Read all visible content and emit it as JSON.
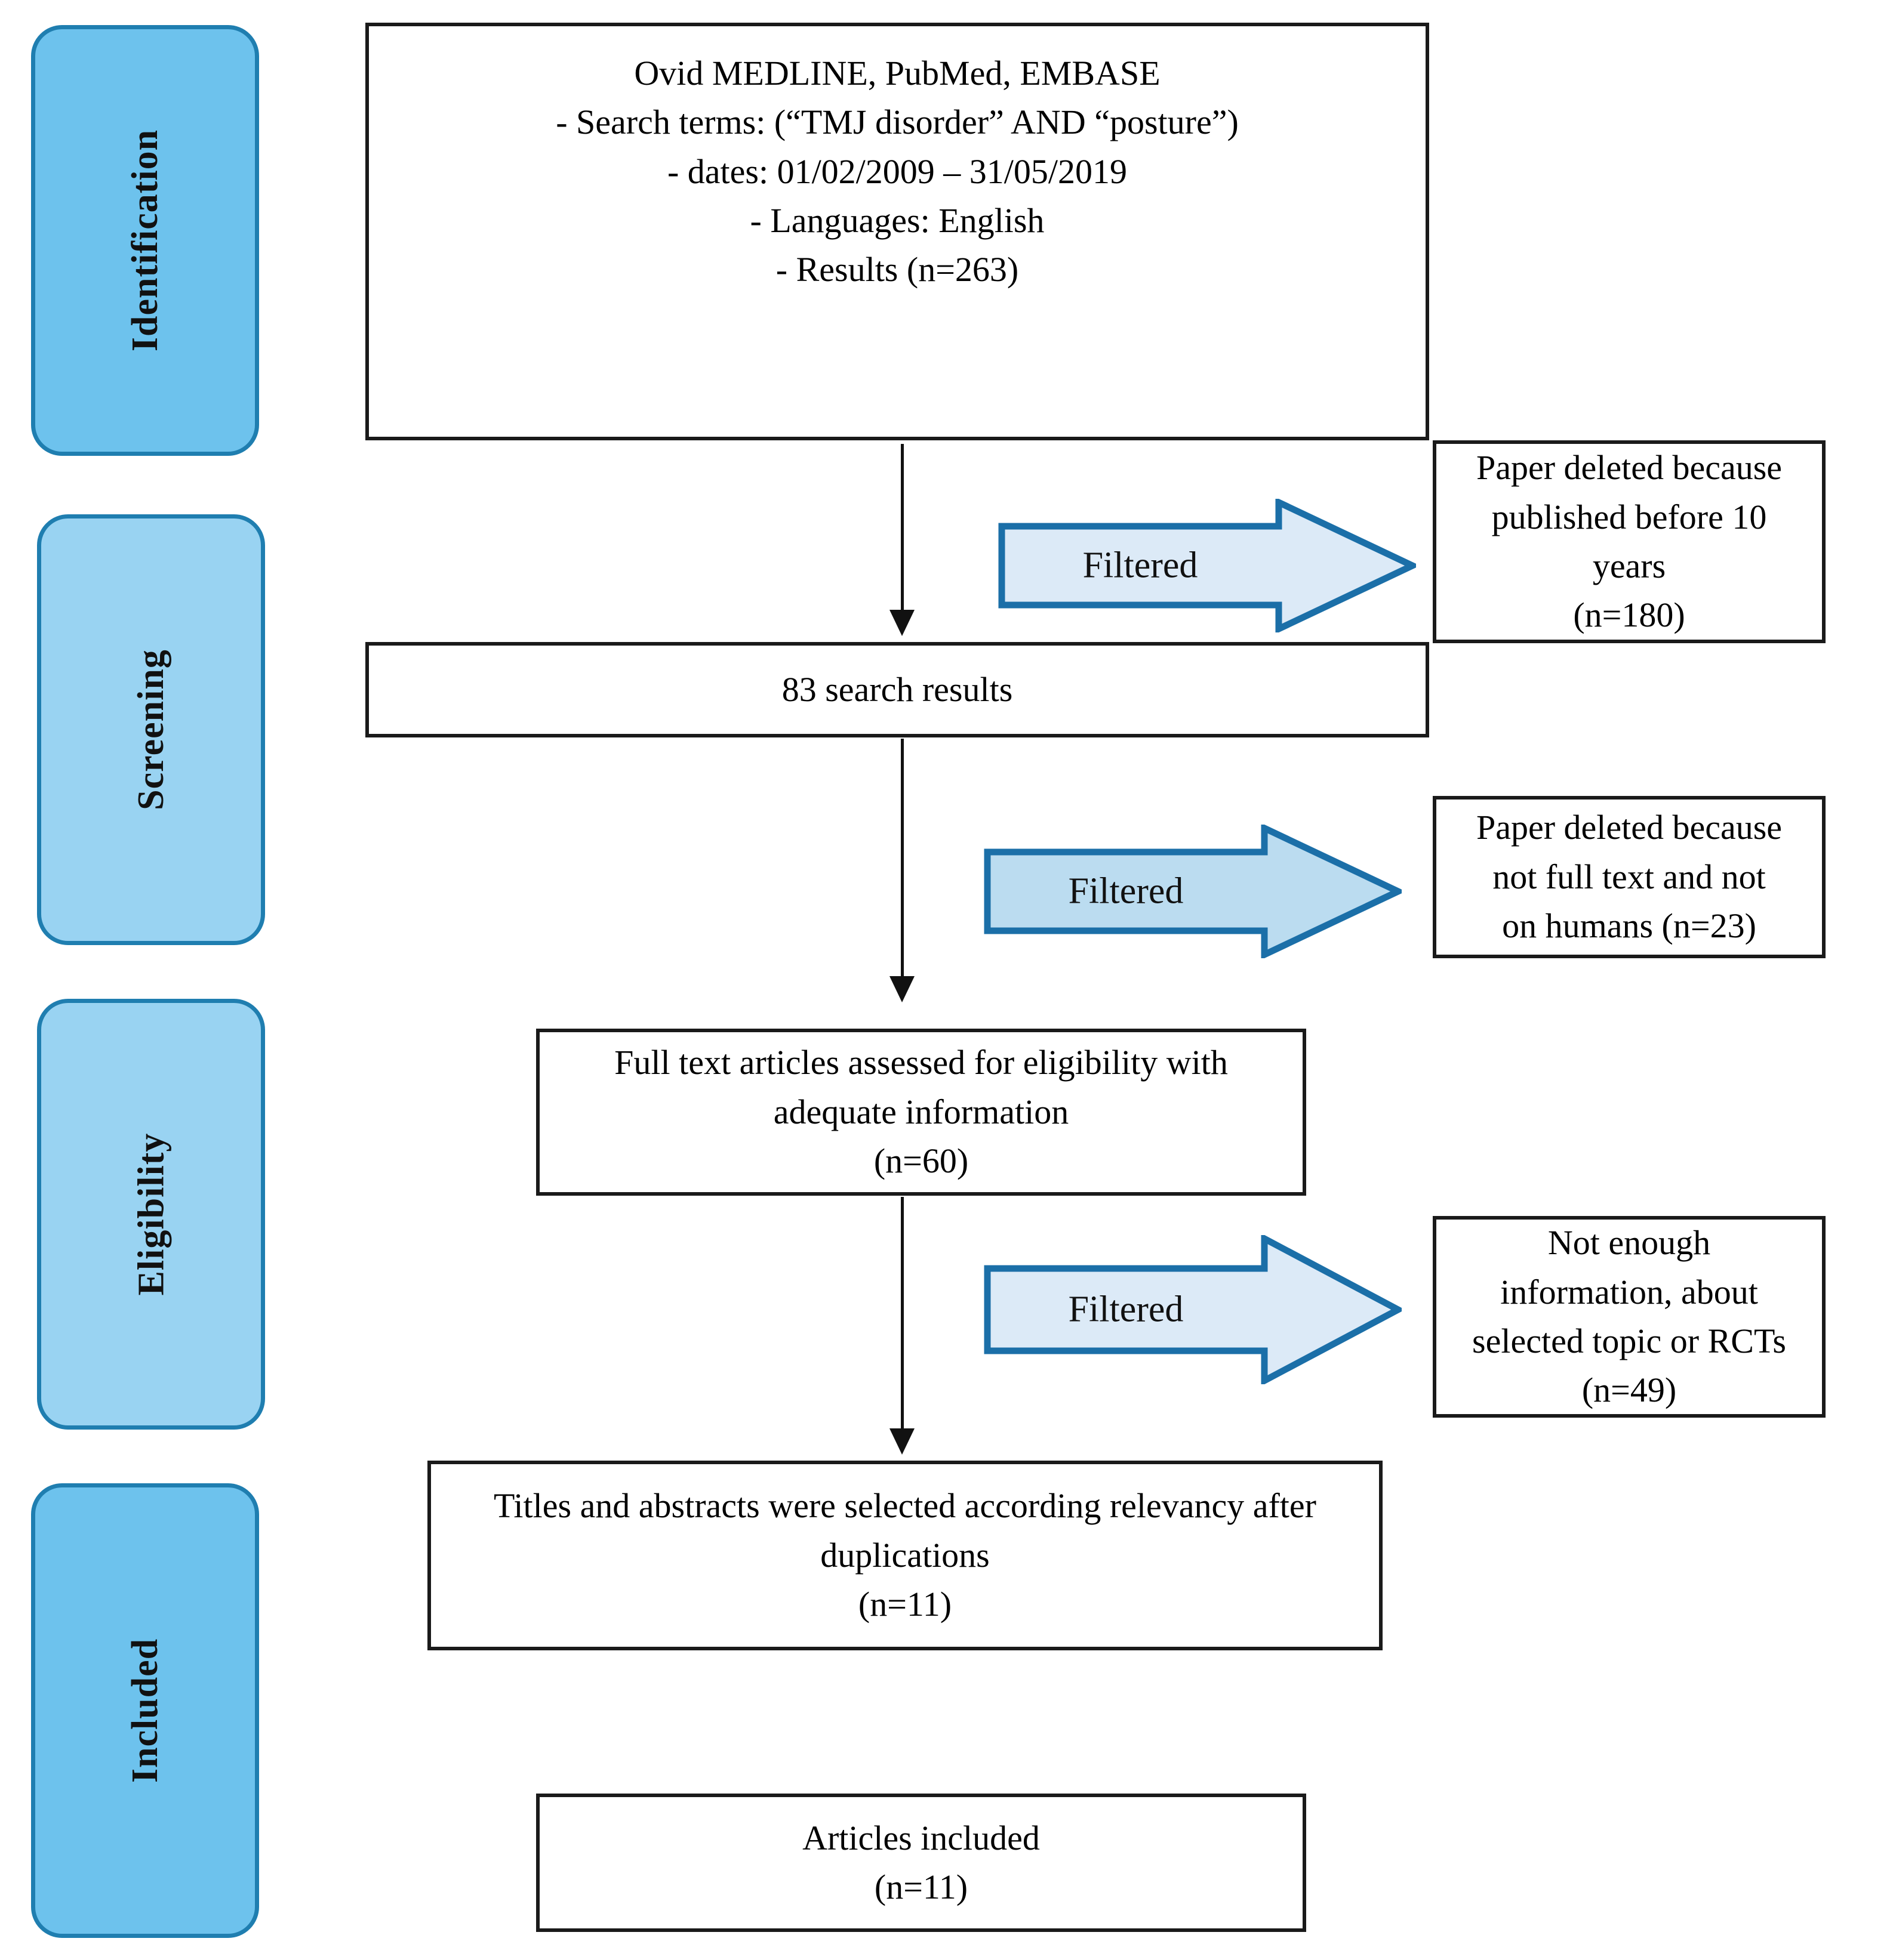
{
  "diagram": {
    "title": "PRISMA study selection flow diagram",
    "colors": {
      "stage_fill_dark": "#6DC2ED",
      "stage_fill_light": "#99D3F2",
      "stage_border": "#1F7EB0",
      "arrow_fill_pale": "#DCEAF7",
      "arrow_fill_blue": "#BBDCF0",
      "arrow_border": "#1B6FA8",
      "box_border": "#1A1A1A",
      "text": "#111111"
    }
  },
  "stages": [
    {
      "label": "Identification",
      "fill": "#6DC2ED"
    },
    {
      "label": "Screening",
      "fill": "#99D3F2"
    },
    {
      "label": "Eligibility",
      "fill": "#99D3F2"
    },
    {
      "label": "Included",
      "fill": "#6DC2ED"
    }
  ],
  "boxes": {
    "identification": {
      "lines": [
        "Ovid MEDLINE, PubMed, EMBASE",
        "-    Search terms: (“TMJ disorder” AND “posture”)",
        "-    dates: 01/02/2009 – 31/05/2019",
        "- Languages: English",
        "- Results (n=263)"
      ]
    },
    "screening_results": {
      "lines": [
        "83 search results"
      ]
    },
    "full_text": {
      "lines": [
        "Full text articles assessed for eligibility with",
        "adequate information",
        "(n=60)"
      ]
    },
    "titles_abstracts": {
      "lines": [
        "Titles and abstracts were selected according relevancy after",
        "duplications",
        "(n=11)"
      ]
    },
    "articles_included": {
      "lines": [
        "Articles included",
        "(n=11)"
      ]
    }
  },
  "exclusions": [
    {
      "arrow_label": "Filtered",
      "arrow_fill": "#DCEAF7",
      "lines": [
        "Paper deleted because",
        "published before 10",
        "years",
        "(n=180)"
      ]
    },
    {
      "arrow_label": "Filtered",
      "arrow_fill": "#BBDCF0",
      "lines": [
        "Paper deleted because",
        "not full text and not",
        "on humans (n=23)"
      ]
    },
    {
      "arrow_label": "Filtered",
      "arrow_fill": "#DCEAF7",
      "lines": [
        "Not enough",
        "information, about",
        "selected topic or RCTs",
        "(n=49)"
      ]
    }
  ]
}
